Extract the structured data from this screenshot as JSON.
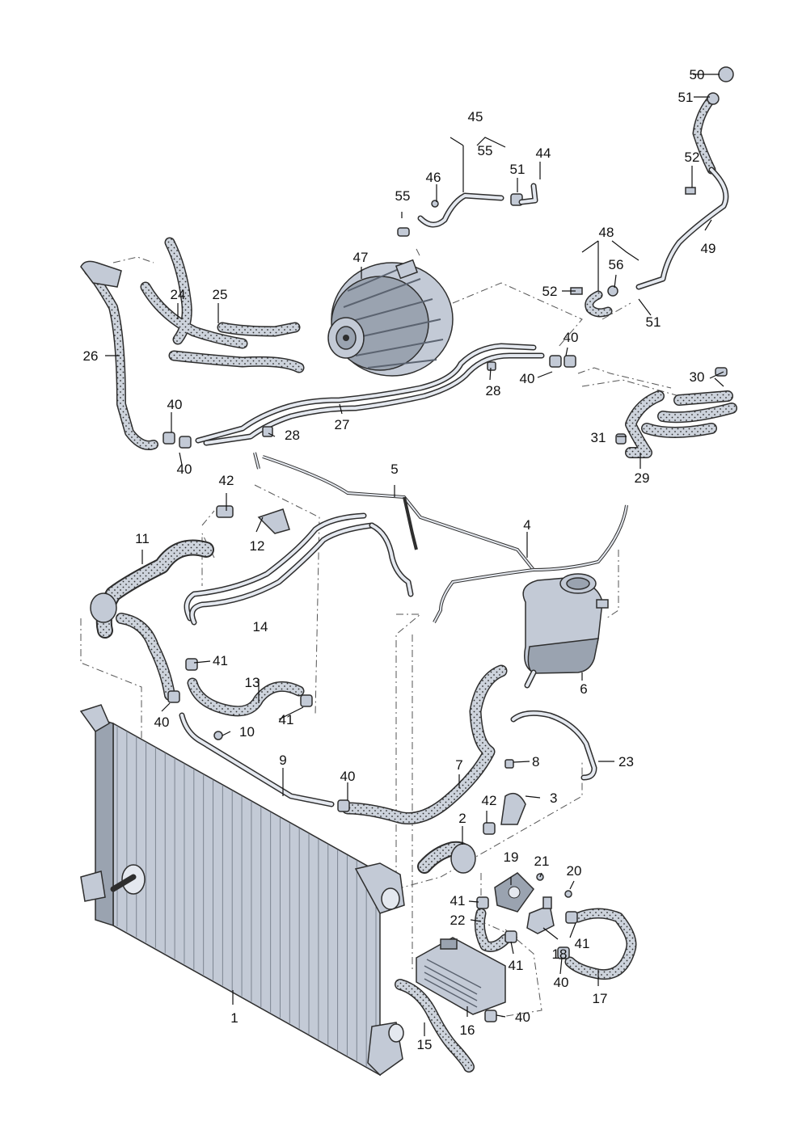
{
  "colors": {
    "background": "#ffffff",
    "part_fill": "#c3cad6",
    "part_dark": "#9aa3b0",
    "hose_fill": "#cdd3dc",
    "outline": "#2e2e2e",
    "label_text": "#111111"
  },
  "callouts": [
    {
      "id": "1",
      "text": "1"
    },
    {
      "id": "2",
      "text": "2"
    },
    {
      "id": "3",
      "text": "3"
    },
    {
      "id": "4",
      "text": "4"
    },
    {
      "id": "5",
      "text": "5"
    },
    {
      "id": "6",
      "text": "6"
    },
    {
      "id": "7",
      "text": "7"
    },
    {
      "id": "8",
      "text": "8"
    },
    {
      "id": "9",
      "text": "9"
    },
    {
      "id": "10",
      "text": "10"
    },
    {
      "id": "11",
      "text": "11"
    },
    {
      "id": "12",
      "text": "12"
    },
    {
      "id": "13",
      "text": "13"
    },
    {
      "id": "14",
      "text": "14"
    },
    {
      "id": "15",
      "text": "15"
    },
    {
      "id": "16",
      "text": "16"
    },
    {
      "id": "17",
      "text": "17"
    },
    {
      "id": "18",
      "text": "18"
    },
    {
      "id": "19",
      "text": "19"
    },
    {
      "id": "20",
      "text": "20"
    },
    {
      "id": "21",
      "text": "21"
    },
    {
      "id": "22",
      "text": "22"
    },
    {
      "id": "23",
      "text": "23"
    },
    {
      "id": "24",
      "text": "24"
    },
    {
      "id": "25",
      "text": "25"
    },
    {
      "id": "26",
      "text": "26"
    },
    {
      "id": "27",
      "text": "27"
    },
    {
      "id": "28a",
      "text": "28"
    },
    {
      "id": "28b",
      "text": "28"
    },
    {
      "id": "29",
      "text": "29"
    },
    {
      "id": "30",
      "text": "30"
    },
    {
      "id": "31",
      "text": "31"
    },
    {
      "id": "40a",
      "text": "40"
    },
    {
      "id": "40b",
      "text": "40"
    },
    {
      "id": "40c",
      "text": "40"
    },
    {
      "id": "40d",
      "text": "40"
    },
    {
      "id": "40e",
      "text": "40"
    },
    {
      "id": "40f",
      "text": "40"
    },
    {
      "id": "40g",
      "text": "40"
    },
    {
      "id": "40h",
      "text": "40"
    },
    {
      "id": "41a",
      "text": "41"
    },
    {
      "id": "41b",
      "text": "41"
    },
    {
      "id": "41c",
      "text": "41"
    },
    {
      "id": "41d",
      "text": "41"
    },
    {
      "id": "41e",
      "text": "41"
    },
    {
      "id": "42a",
      "text": "42"
    },
    {
      "id": "42b",
      "text": "42"
    },
    {
      "id": "44",
      "text": "44"
    },
    {
      "id": "45",
      "text": "45"
    },
    {
      "id": "46",
      "text": "46"
    },
    {
      "id": "47",
      "text": "47"
    },
    {
      "id": "48",
      "text": "48"
    },
    {
      "id": "49",
      "text": "49"
    },
    {
      "id": "50",
      "text": "50"
    },
    {
      "id": "51a",
      "text": "51"
    },
    {
      "id": "51b",
      "text": "51"
    },
    {
      "id": "51c",
      "text": "51"
    },
    {
      "id": "52a",
      "text": "52"
    },
    {
      "id": "52b",
      "text": "52"
    },
    {
      "id": "55a",
      "text": "55"
    },
    {
      "id": "55b",
      "text": "55"
    },
    {
      "id": "56",
      "text": "56"
    }
  ]
}
